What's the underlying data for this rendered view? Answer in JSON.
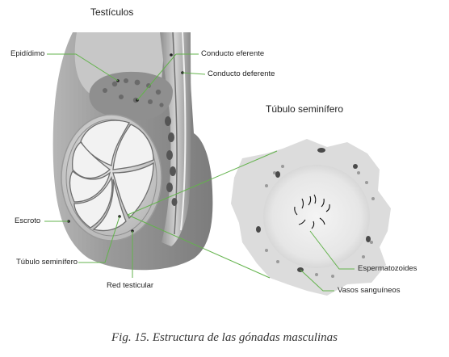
{
  "diagram": {
    "title_left": "Testículos",
    "title_right": "Túbulo seminífero",
    "labels": {
      "epididimo": "Epidídimo",
      "conducto_eferente": "Conducto eferente",
      "conducto_deferente": "Conducto deferente",
      "escroto": "Escroto",
      "tubulo_seminifero": "Túbulo seminífero",
      "red_testicular": "Red testicular",
      "espermatozoides": "Espermatozoides",
      "vasos_sanguineos": "Vasos sanguíneos"
    },
    "caption": "Fig. 15. Estructura de las gónadas masculinas",
    "colors": {
      "leader_line": "#63b34c",
      "tissue_dark": "#8a8a8a",
      "tissue_light": "#e6e6e6"
    }
  }
}
